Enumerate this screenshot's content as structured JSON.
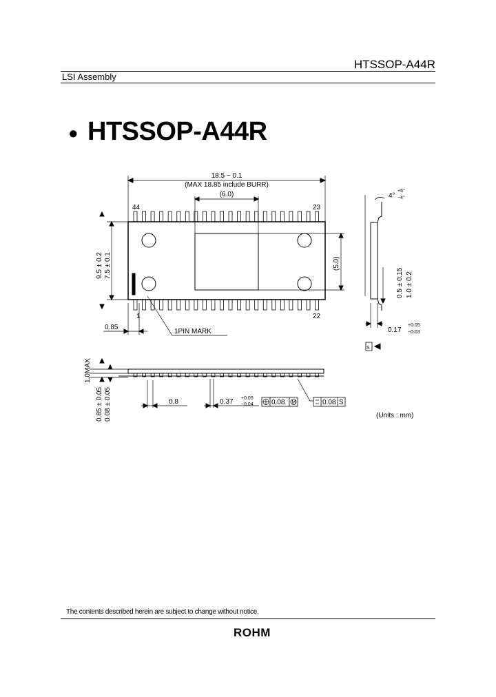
{
  "header": {
    "package_code": "HTSSOP-A44R",
    "category": "LSI Assembly"
  },
  "title": {
    "bullet": "•",
    "text": "HTSSOP-A44R"
  },
  "top_view": {
    "length_dim": "18.5 − 0.1",
    "max_note": "(MAX 18.85 include BURR)",
    "pad_width": "(6.0)",
    "pin_44": "44",
    "pin_23": "23",
    "pin_1": "1",
    "pin_22": "22",
    "width_outer": "9.5 ± 0.2",
    "width_body": "7.5 ± 0.1",
    "pad_height": "(5.0)",
    "offset": "0.85",
    "pin1_mark": "1PIN MARK"
  },
  "side_view": {
    "angle": "4°",
    "angle_tol_upper": "+6°",
    "angle_tol_lower": "−4°",
    "lead_length": "0.5 ± 0.15",
    "foot": "1.0 ± 0.2",
    "thickness": "0.17",
    "thickness_tol_upper": "+0.05",
    "thickness_tol_lower": "−0.03",
    "flatness_symbol": "S"
  },
  "front_view": {
    "height_max": "1.0MAX",
    "body_height": "0.85 ± 0.05",
    "standoff": "0.08 ± 0.05",
    "pitch": "0.8",
    "lead_width": "0.37",
    "lead_width_tol_upper": "+0.05",
    "lead_width_tol_lower": "−0.04",
    "position_tol": "0.08",
    "position_tol_mod": "M",
    "coplanarity": "0.08",
    "coplanarity_datum": "S"
  },
  "units": "(Units : mm)",
  "footer": {
    "note": "The contents described herein are subject to change without notice.",
    "brand": "ROHM"
  }
}
